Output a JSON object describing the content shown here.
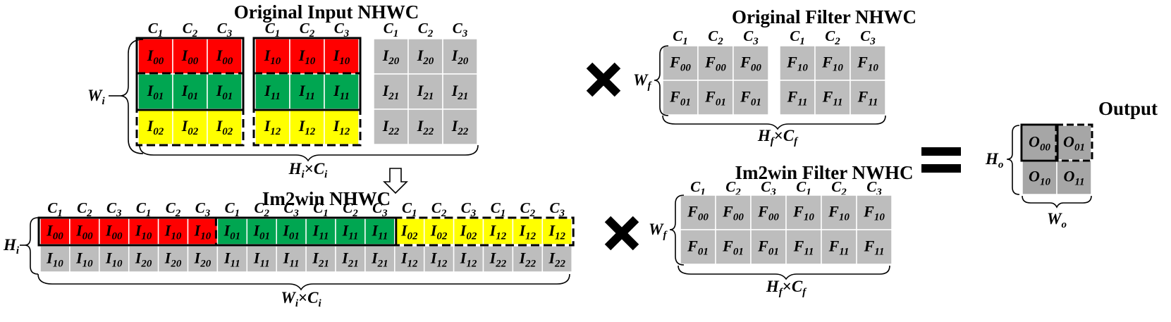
{
  "colors": {
    "red": "#ff0000",
    "green": "#00a651",
    "yellow": "#ffff00",
    "gray": "#bdbdbd",
    "output_gray": "#a6a6a6"
  },
  "titles": {
    "original_input": "Original Input NHWC",
    "im2win_input": "Im2win NHWC",
    "original_filter": "Original Filter NHWC",
    "im2win_filter": "Im2win Filter NWHC",
    "output": "Output"
  },
  "channel_headers": [
    "C1",
    "C2",
    "C3"
  ],
  "original_input": {
    "groups": [
      {
        "channels": [
          "C1",
          "C2",
          "C3"
        ],
        "rows": [
          {
            "color": "red",
            "cells": [
              "I00",
              "I00",
              "I00"
            ]
          },
          {
            "color": "green",
            "cells": [
              "I01",
              "I01",
              "I01"
            ]
          },
          {
            "color": "yellow",
            "cells": [
              "I02",
              "I02",
              "I02"
            ]
          }
        ]
      },
      {
        "channels": [
          "C1",
          "C2",
          "C3"
        ],
        "rows": [
          {
            "color": "red",
            "cells": [
              "I10",
              "I10",
              "I10"
            ]
          },
          {
            "color": "green",
            "cells": [
              "I11",
              "I11",
              "I11"
            ]
          },
          {
            "color": "yellow",
            "cells": [
              "I12",
              "I12",
              "I12"
            ]
          }
        ]
      },
      {
        "channels": [
          "C1",
          "C2",
          "C3"
        ],
        "rows": [
          {
            "color": "gray",
            "cells": [
              "I20",
              "I20",
              "I20"
            ]
          },
          {
            "color": "gray",
            "cells": [
              "I21",
              "I21",
              "I21"
            ]
          },
          {
            "color": "gray",
            "cells": [
              "I22",
              "I22",
              "I22"
            ]
          }
        ]
      }
    ],
    "left_label": "Wi",
    "bottom_label": "Hi×Ci"
  },
  "im2win_input": {
    "channels": [
      "C1",
      "C2",
      "C3",
      "C1",
      "C2",
      "C3",
      "C1",
      "C2",
      "C3",
      "C1",
      "C2",
      "C3",
      "C1",
      "C2",
      "C3",
      "C1",
      "C2",
      "C3"
    ],
    "row1": {
      "cells": [
        "I00",
        "I00",
        "I00",
        "I10",
        "I10",
        "I10",
        "I01",
        "I01",
        "I01",
        "I11",
        "I11",
        "I11",
        "I02",
        "I02",
        "I02",
        "I12",
        "I12",
        "I12"
      ],
      "colors": [
        "red",
        "red",
        "red",
        "red",
        "red",
        "red",
        "green",
        "green",
        "green",
        "green",
        "green",
        "green",
        "yellow",
        "yellow",
        "yellow",
        "yellow",
        "yellow",
        "yellow"
      ]
    },
    "row2": {
      "cells": [
        "I10",
        "I10",
        "I10",
        "I20",
        "I20",
        "I20",
        "I11",
        "I11",
        "I11",
        "I21",
        "I21",
        "I21",
        "I12",
        "I12",
        "I12",
        "I22",
        "I22",
        "I22"
      ]
    },
    "left_label": "Hi",
    "bottom_label": "Wi×Ci"
  },
  "original_filter": {
    "groups": [
      {
        "channels": [
          "C1",
          "C2",
          "C3"
        ],
        "rows": [
          [
            "F00",
            "F00",
            "F00"
          ],
          [
            "F01",
            "F01",
            "F01"
          ]
        ]
      },
      {
        "channels": [
          "C1",
          "C2",
          "C3"
        ],
        "rows": [
          [
            "F10",
            "F10",
            "F10"
          ],
          [
            "F11",
            "F11",
            "F11"
          ]
        ]
      }
    ],
    "left_label": "Wf",
    "bottom_label": "Hf×Cf"
  },
  "im2win_filter": {
    "channels": [
      "C1",
      "C2",
      "C3",
      "C1",
      "C2",
      "C3"
    ],
    "rows": [
      [
        "F00",
        "F00",
        "F00",
        "F10",
        "F10",
        "F10"
      ],
      [
        "F01",
        "F01",
        "F01",
        "F11",
        "F11",
        "F11"
      ]
    ],
    "left_label": "Wf",
    "bottom_label": "Hf×Cf"
  },
  "output": {
    "rows": [
      [
        "O00",
        "O01"
      ],
      [
        "O10",
        "O11"
      ]
    ],
    "left_label": "Ho",
    "bottom_label": "Wo"
  },
  "operators": {
    "multiply": "×",
    "equals": "="
  }
}
